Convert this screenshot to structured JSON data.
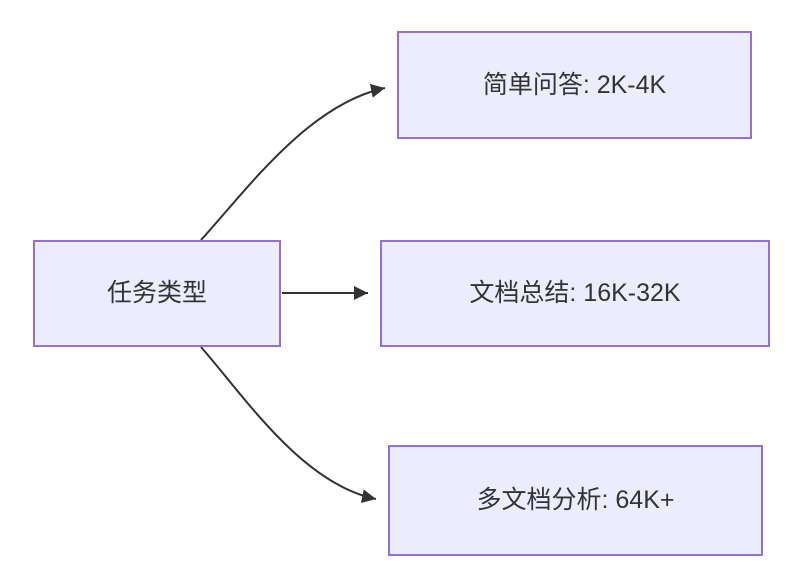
{
  "diagram": {
    "type": "flowchart",
    "direction": "left-to-right",
    "colors": {
      "node_fill": "#ECECFF",
      "node_border": "#9370DB",
      "edge": "#333333",
      "text": "#333333",
      "background": "#FFFFFF"
    },
    "nodes": [
      {
        "id": "root",
        "label": "任务类型"
      },
      {
        "id": "qa",
        "label": "简单问答: 2K-4K"
      },
      {
        "id": "doc",
        "label": "文档总结: 16K-32K"
      },
      {
        "id": "multi",
        "label": "多文档分析: 64K+"
      }
    ],
    "edges": [
      {
        "from": "root",
        "to": "qa",
        "style": "curved-up-arrow"
      },
      {
        "from": "root",
        "to": "doc",
        "style": "straight-arrow"
      },
      {
        "from": "root",
        "to": "multi",
        "style": "curved-down-arrow"
      }
    ]
  }
}
